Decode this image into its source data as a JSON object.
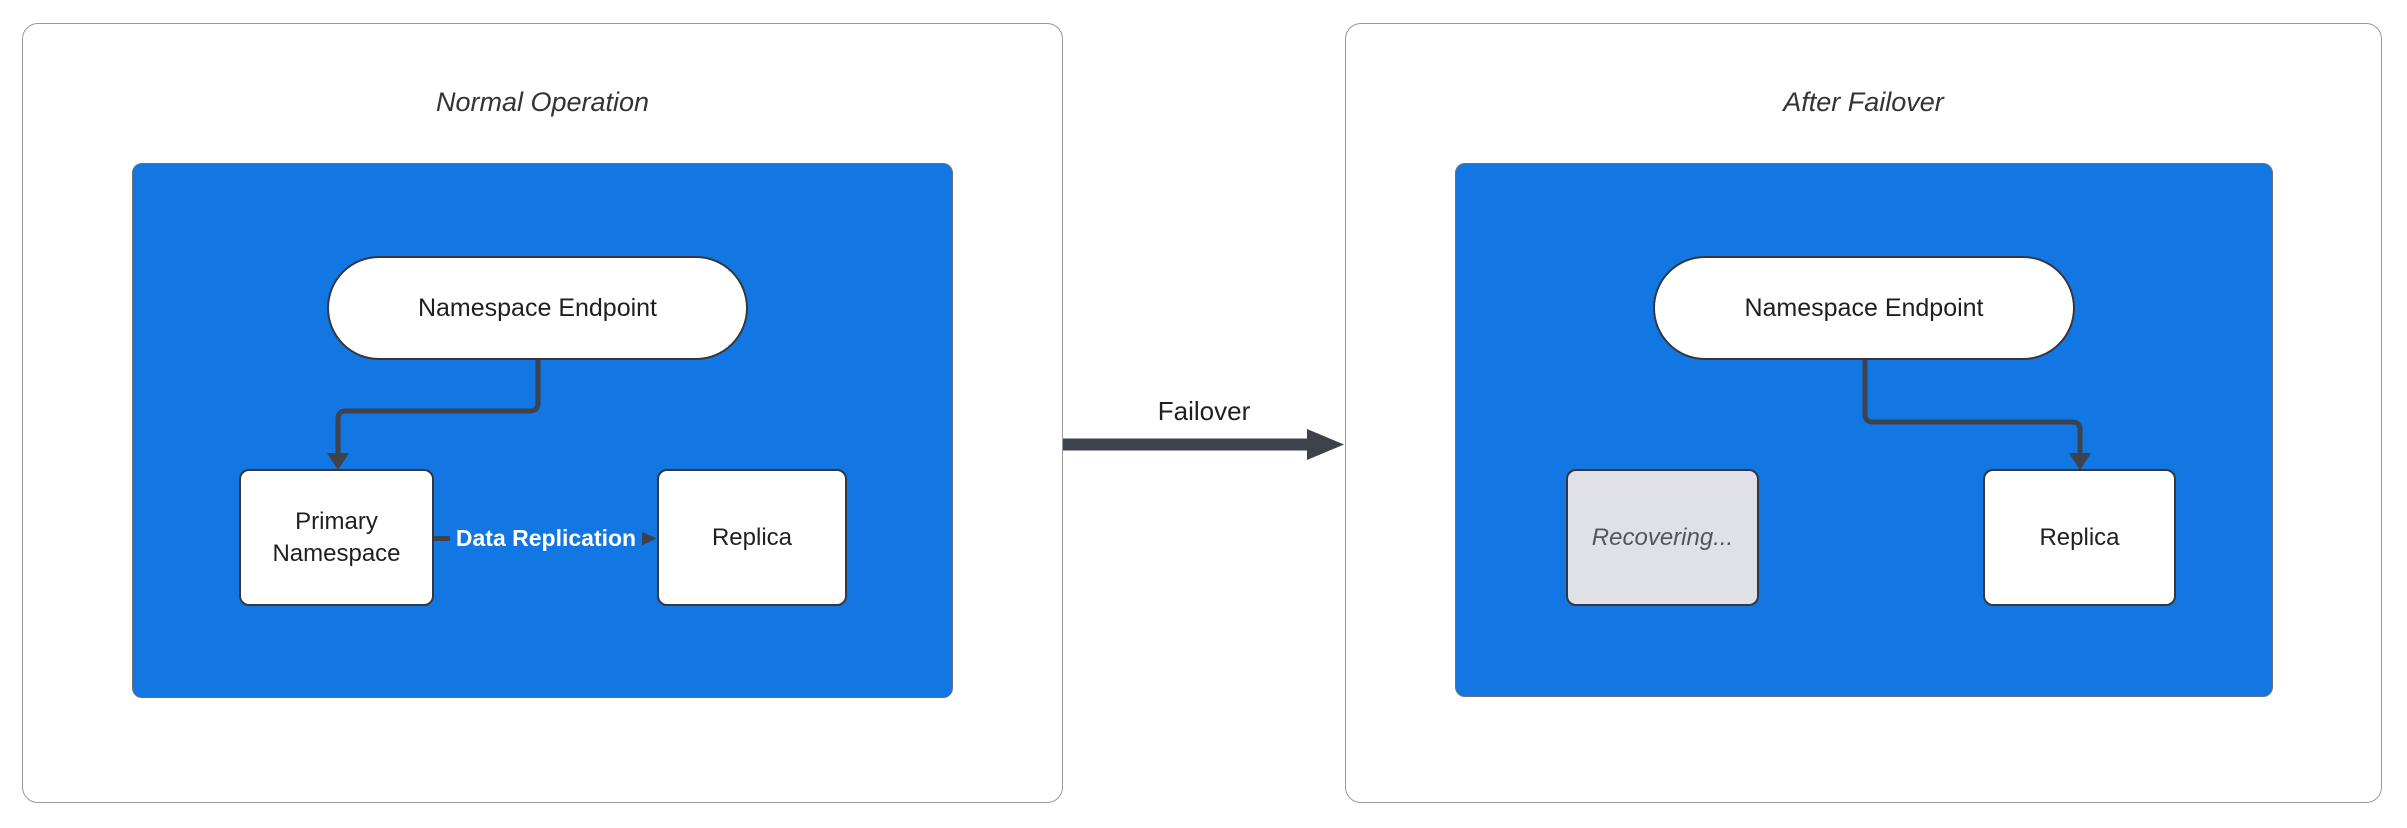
{
  "diagram": {
    "type": "failover-flow-diagram",
    "failover_label": "Failover",
    "panels": [
      {
        "title": "Normal Operation",
        "nodes": {
          "endpoint": "Namespace Endpoint",
          "primary": "Primary Namespace",
          "replica": "Replica"
        },
        "edge_label": "Data Replication"
      },
      {
        "title": "After Failover",
        "nodes": {
          "endpoint": "Namespace Endpoint",
          "recovering": "Recovering...",
          "replica": "Replica"
        }
      }
    ],
    "colors": {
      "container_fill": "#1276e3",
      "node_fill": "#ffffff",
      "node_border": "#34383e",
      "node_text": "#1d1f23",
      "edge_color": "#3d424b",
      "edge_label_color": "#ffffff",
      "recovering_fill": "#dfe1e6",
      "recovering_text": "#51565e",
      "title_color": "#333333",
      "panel_border": "#999999",
      "panel_fill": "#ffffff",
      "page_background": "#ffffff"
    }
  }
}
